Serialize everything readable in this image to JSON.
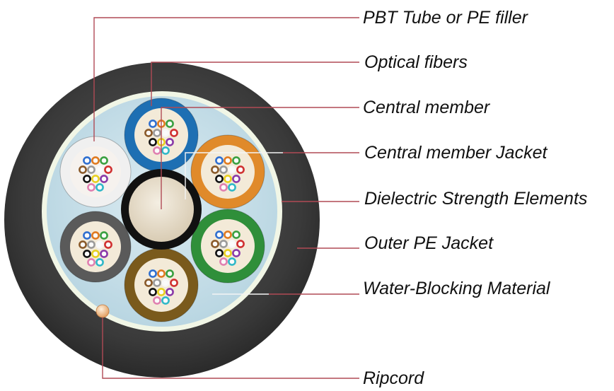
{
  "callouts": {
    "pbt_tube": "PBT Tube or PE filler",
    "optical_fibers": "Optical fibers",
    "central_member": "Central member",
    "central_member_jacket": "Central member Jacket",
    "dielectric_strength": "Dielectric Strength Elements",
    "outer_jacket": "Outer PE Jacket",
    "water_blocking": "Water-Blocking Material",
    "ripcord": "Ripcord"
  },
  "colors": {
    "outer_jacket": "#3a3a3a",
    "strength_ring": "#f1f6e6",
    "core_fill": "#c9e0ea",
    "leader_line": "#b04a55",
    "central_member_jacket": "#111111",
    "central_member": "#e9e0cf",
    "ripcord": "#f2c49a",
    "tubes": [
      "#f0f0f0",
      "#1d6fb3",
      "#e08a2a",
      "#2f8f3a",
      "#7a5a1c",
      "#5a5a5a"
    ],
    "fibers": [
      "#2f6fd0",
      "#e07a20",
      "#3aa040",
      "#8a5a2a",
      "#9a9a9a",
      "#f7f7f7",
      "#d03030",
      "#111111",
      "#e8d020",
      "#8a3aa8",
      "#e080b0",
      "#30b8c8"
    ]
  }
}
